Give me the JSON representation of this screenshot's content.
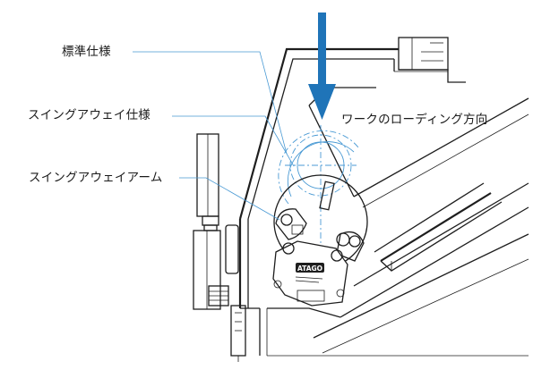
{
  "labels": {
    "standard_spec": "標準仕様",
    "swing_away_spec": "スイングアウェイ仕様",
    "swing_away_arm": "スイングアウェイアーム",
    "loading_direction": "ワークのローディング方向"
  },
  "logo_text": "ATAGO",
  "colors": {
    "arrow": "#1f74b8",
    "leader": "#4a9ad4",
    "outline": "#1e1e1e"
  }
}
